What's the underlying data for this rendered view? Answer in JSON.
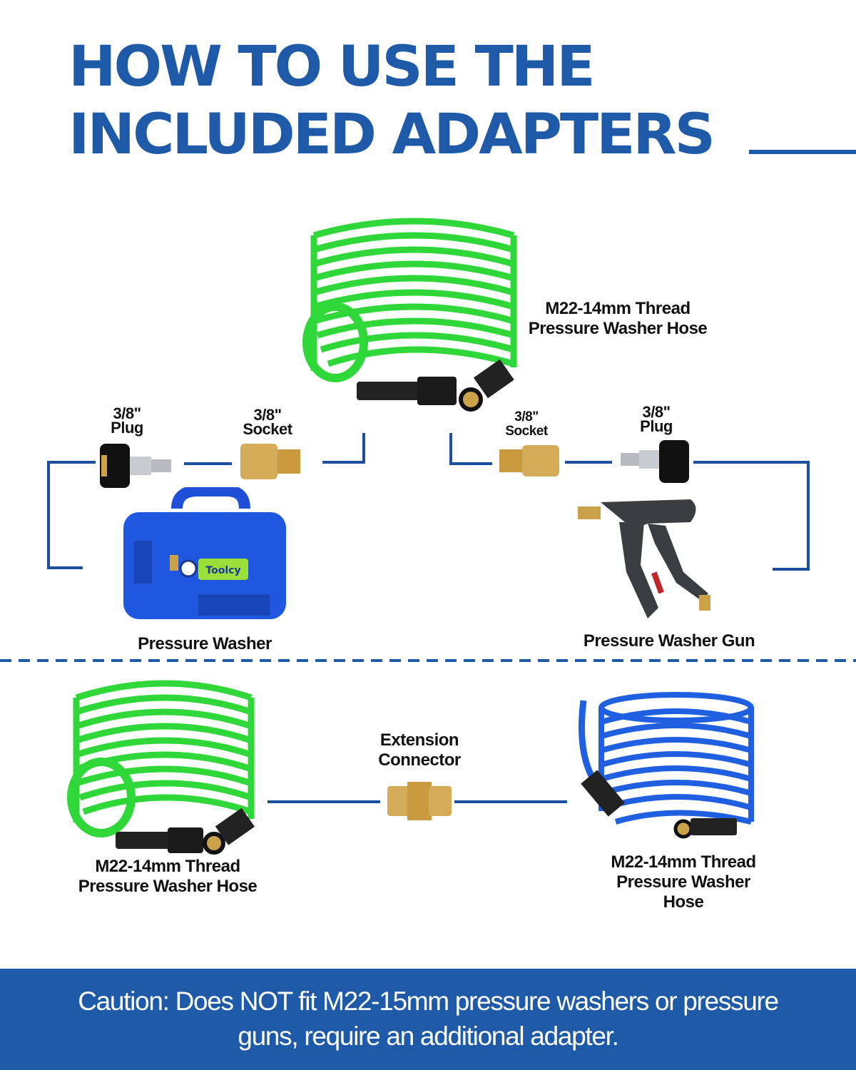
{
  "title": {
    "line1": "HOW TO USE THE",
    "line2": "INCLUDED ADAPTERS"
  },
  "colors": {
    "brand_blue": "#1f5aa8",
    "hose_green": "#34e03a",
    "hose_blue": "#1f5fe0",
    "brass": "#c9a24a"
  },
  "top_hose": {
    "line1": "M22-14mm Thread",
    "line2": "Pressure Washer Hose"
  },
  "left_plug": {
    "line1": "3/8\"",
    "line2": "Plug"
  },
  "left_socket": {
    "line1": "3/8\"",
    "line2": "Socket"
  },
  "right_socket": {
    "line1": "3/8\"",
    "line2": "Socket"
  },
  "right_plug": {
    "line1": "3/8\"",
    "line2": "Plug"
  },
  "pressure_washer": {
    "label": "Pressure Washer",
    "brand": "Toolcy"
  },
  "gun": {
    "label": "Pressure Washer Gun"
  },
  "extension": {
    "line1": "Extension",
    "line2": "Connector"
  },
  "bottom_left_hose": {
    "line1": "M22-14mm Thread",
    "line2": "Pressure Washer Hose"
  },
  "bottom_right_hose": {
    "line1": "M22-14mm Thread",
    "line2": "Pressure Washer Hose"
  },
  "caution": {
    "line1": "Caution: Does NOT fit M22-15mm pressure washers or pressure",
    "line2": "guns, require an additional adapter."
  }
}
